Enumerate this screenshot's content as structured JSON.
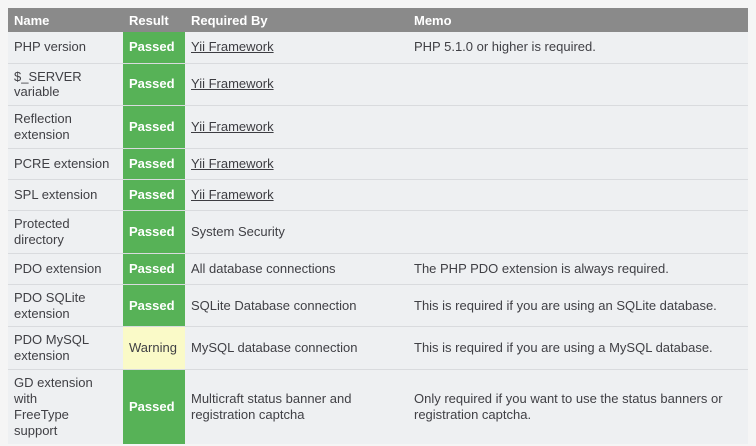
{
  "colors": {
    "header_bg": "#8a8a8a",
    "row_bg": "#eef0f2",
    "passed_bg": "#57b257",
    "warning_bg": "#fafac8",
    "page_bg": "#f5f5f5"
  },
  "table": {
    "columns": {
      "name": "Name",
      "result": "Result",
      "required_by": "Required By",
      "memo": "Memo"
    },
    "rows": [
      {
        "name": "PHP version",
        "result": "Passed",
        "required_by": "Yii Framework",
        "memo": "PHP 5.1.0 or higher is required."
      },
      {
        "name": "$_SERVER variable",
        "result": "Passed",
        "required_by": "Yii Framework",
        "memo": ""
      },
      {
        "name": "Reflection extension",
        "result": "Passed",
        "required_by": "Yii Framework",
        "memo": ""
      },
      {
        "name": "PCRE extension",
        "result": "Passed",
        "required_by": "Yii Framework",
        "memo": ""
      },
      {
        "name": "SPL extension",
        "result": "Passed",
        "required_by": "Yii Framework",
        "memo": ""
      },
      {
        "name": "Protected directory",
        "result": "Passed",
        "required_by": "System Security",
        "memo": ""
      },
      {
        "name": "PDO extension",
        "result": "Passed",
        "required_by": "All database connections",
        "memo": "The PHP PDO extension is always required."
      },
      {
        "name": "PDO SQLite extension",
        "result": "Passed",
        "required_by": "SQLite Database connection",
        "memo": "This is required if you are using an SQLite database."
      },
      {
        "name": "PDO MySQL extension",
        "result": "Warning",
        "required_by": "MySQL database connection",
        "memo": "This is required if you are using a MySQL database."
      },
      {
        "name": "GD extension\nwith\nFreeType\nsupport",
        "result": "Passed",
        "required_by": "Multicraft status banner and registration captcha",
        "memo": "Only required if you want to use the status banners or registration captcha."
      }
    ]
  }
}
